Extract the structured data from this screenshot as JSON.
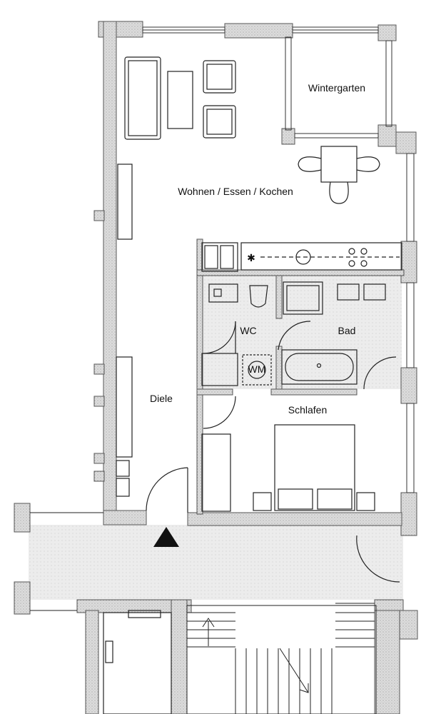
{
  "rooms": {
    "wintergarten": "Wintergarten",
    "wohnen": "Wohnen / Essen / Kochen",
    "wc": "WC",
    "bad": "Bad",
    "diele": "Diele",
    "schlafen": "Schlafen"
  },
  "fixtures": {
    "washing_machine": "WM",
    "fridge_symbol": "✱"
  },
  "colors": {
    "wall": "#b8b8b8",
    "wall_outline": "#555555",
    "tile": "#e4e4e4",
    "line": "#222222",
    "entrance_marker": "#111111"
  }
}
